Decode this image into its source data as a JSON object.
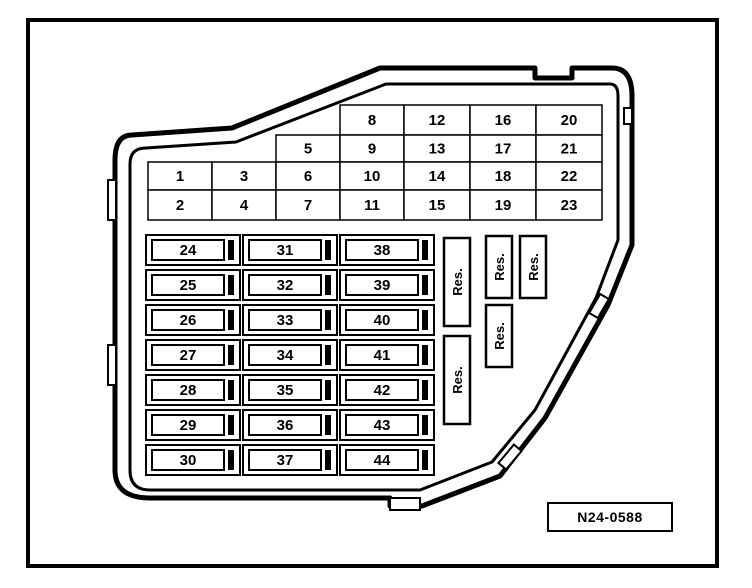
{
  "small_fuses": [
    {
      "label": "1"
    },
    {
      "label": "2"
    },
    {
      "label": "3"
    },
    {
      "label": "4"
    },
    {
      "label": "5"
    },
    {
      "label": "6"
    },
    {
      "label": "7"
    },
    {
      "label": "8"
    },
    {
      "label": "9"
    },
    {
      "label": "10"
    },
    {
      "label": "11"
    },
    {
      "label": "12"
    },
    {
      "label": "13"
    },
    {
      "label": "14"
    },
    {
      "label": "15"
    },
    {
      "label": "16"
    },
    {
      "label": "17"
    },
    {
      "label": "18"
    },
    {
      "label": "19"
    },
    {
      "label": "20"
    },
    {
      "label": "21"
    },
    {
      "label": "22"
    },
    {
      "label": "23"
    }
  ],
  "blade_fuses": [
    {
      "label": "24"
    },
    {
      "label": "25"
    },
    {
      "label": "26"
    },
    {
      "label": "27"
    },
    {
      "label": "28"
    },
    {
      "label": "29"
    },
    {
      "label": "30"
    },
    {
      "label": "31"
    },
    {
      "label": "32"
    },
    {
      "label": "33"
    },
    {
      "label": "34"
    },
    {
      "label": "35"
    },
    {
      "label": "36"
    },
    {
      "label": "37"
    },
    {
      "label": "38"
    },
    {
      "label": "39"
    },
    {
      "label": "40"
    },
    {
      "label": "41"
    },
    {
      "label": "42"
    },
    {
      "label": "43"
    },
    {
      "label": "44"
    }
  ],
  "reserve_slots": [
    {
      "label": "Res."
    },
    {
      "label": "Res."
    },
    {
      "label": "Res."
    },
    {
      "label": "Res."
    },
    {
      "label": "Res."
    }
  ],
  "reference_code": "N24-0588"
}
